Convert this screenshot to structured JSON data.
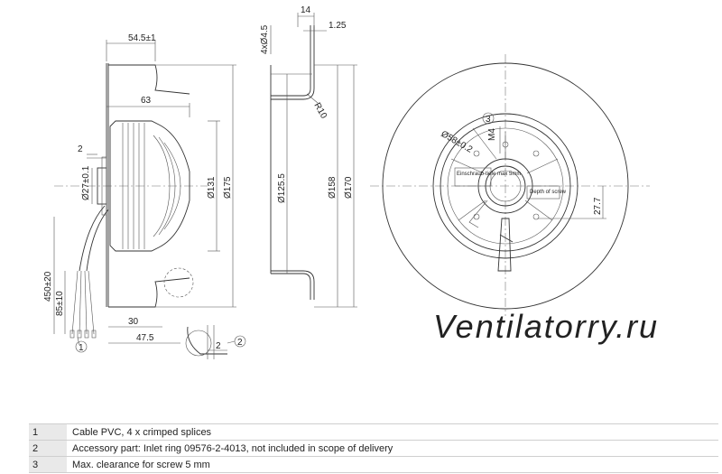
{
  "drawing": {
    "side_view_dims": {
      "d_54_5": "54.5±1",
      "d_63": "63",
      "d_2_top": "2",
      "d_27": "Ø27±0.1",
      "d_131": "Ø131",
      "d_175": "Ø175",
      "d_450": "450±20",
      "d_85": "85±10",
      "d_30": "30",
      "d_47_5": "47.5",
      "d_2_detail": "2",
      "callout_1": "1",
      "callout_2": "2"
    },
    "section_view_dims": {
      "d_14": "14",
      "d_1_25": "1.25",
      "d_4x4_5": "4xØ4.5",
      "d_r10": "R10",
      "d_125_5": "Ø125.5",
      "d_158": "Ø158",
      "d_170": "Ø170"
    },
    "front_view_dims": {
      "d_58": "Ø58±0.2",
      "d_m4": "M4",
      "callout_3": "3",
      "d_27_7": "27.7",
      "label_screw_depth": "Einschraub-tiefe max 5mm",
      "label_depth_of_screw": "Depth of screw"
    },
    "watermark": "Ventilatorry.ru"
  },
  "legend": [
    {
      "num": "1",
      "text": "Cable PVC, 4 x crimped splices"
    },
    {
      "num": "2",
      "text": "Accessory part: Inlet ring 09576-2-4013, not included in scope of delivery"
    },
    {
      "num": "3",
      "text": "Max. clearance for screw 5 mm"
    }
  ]
}
